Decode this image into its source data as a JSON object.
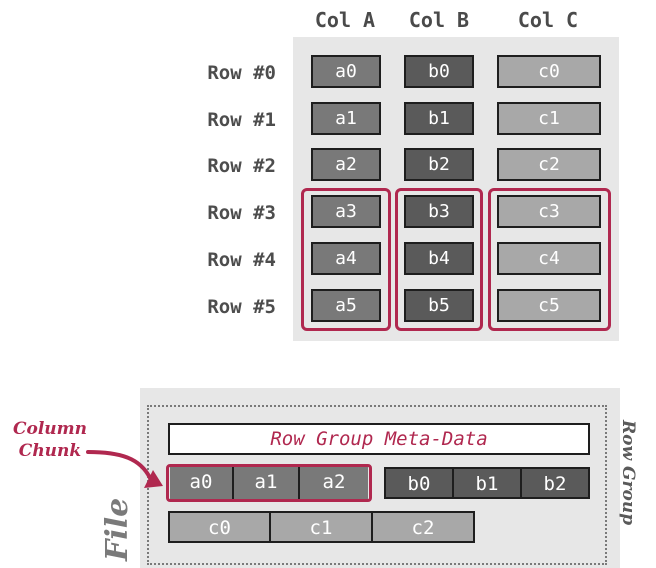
{
  "top_table": {
    "columns": [
      "Col A",
      "Col B",
      "Col C"
    ],
    "rows": [
      "Row #0",
      "Row #1",
      "Row #2",
      "Row #3",
      "Row #4",
      "Row #5"
    ],
    "cells": {
      "a": [
        "a0",
        "a1",
        "a2",
        "a3",
        "a4",
        "a5"
      ],
      "b": [
        "b0",
        "b1",
        "b2",
        "b3",
        "b4",
        "b5"
      ],
      "c": [
        "c0",
        "c1",
        "c2",
        "c3",
        "c4",
        "c5"
      ]
    }
  },
  "file_layout": {
    "meta_label": "Row Group Meta-Data",
    "chunk_a": [
      "a0",
      "a1",
      "a2"
    ],
    "chunk_b": [
      "b0",
      "b1",
      "b2"
    ],
    "chunk_c": [
      "c0",
      "c1",
      "c2"
    ],
    "row_group_label": "Row Group",
    "file_label": "File",
    "column_chunk_label_1": "Column",
    "column_chunk_label_2": "Chunk"
  },
  "colors": {
    "highlight": "#b0284f",
    "col_a": "#797979",
    "col_b": "#5a5a5a",
    "col_c": "#a8a8a8"
  }
}
